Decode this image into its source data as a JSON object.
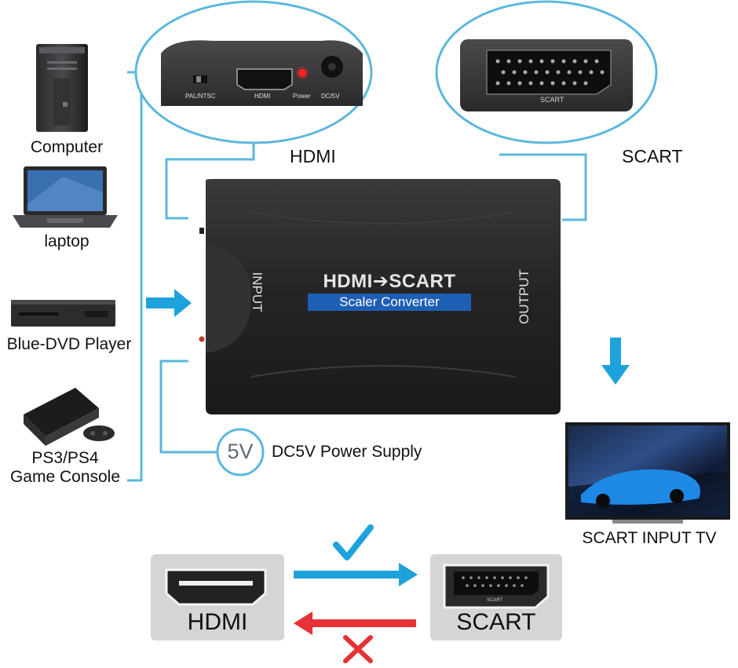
{
  "sources": {
    "computer": "Computer",
    "laptop": "laptop",
    "dvd": "Blue-DVD Player",
    "console_line1": "PS3/PS4",
    "console_line2": "Game Console"
  },
  "hdmi_port_panel": {
    "title": "HDMI",
    "pal_ntsc": "PAL/NTSC",
    "hdmi": "HDMI",
    "power": "Power",
    "dc5v": "DC/5V"
  },
  "scart_port_panel": {
    "title": "SCART",
    "port_text": "SCART"
  },
  "converter": {
    "title": "HDMI➔SCART",
    "subtitle": "Scaler Converter",
    "input": "INPUT",
    "output": "OUTPUT"
  },
  "power_supply": {
    "badge": "5V",
    "label": "DC5V Power Supply"
  },
  "tv": {
    "label": "SCART INPUT TV"
  },
  "direction": {
    "hdmi": "HDMI",
    "scart": "SCART",
    "scart_port_text": "SCART"
  },
  "colors": {
    "accent_blue": "#1ea2dc",
    "line_blue": "#5bb8dd",
    "wrong_red": "#e53236",
    "device_dark": "#2b2b2d",
    "label_blue": "#1d5fb4"
  }
}
